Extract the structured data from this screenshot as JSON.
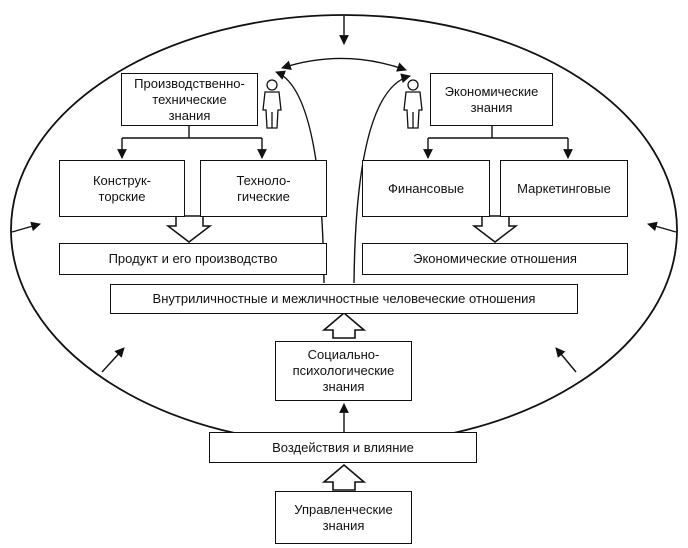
{
  "nodes": {
    "prod_tech": "Производственно-\nтехнические\nзнания",
    "econ": "Экономические\nзнания",
    "konstr": "Конструк-\nторские",
    "tehno": "Техноло-\nгические",
    "fin": "Финансовые",
    "market": "Маркетинговые",
    "product": "Продукт и его производство",
    "econ_rel": "Экономические отношения",
    "human_rel": "Внутриличностные и межличностные человеческие отношения",
    "social": "Социально-\nпсихологические\nзнания",
    "influence": "Воздействия и влияние",
    "mgmt": "Управленческие\nзнания"
  },
  "colors": {
    "stroke": "#111111",
    "fill": "#ffffff",
    "background": "#ffffff"
  }
}
